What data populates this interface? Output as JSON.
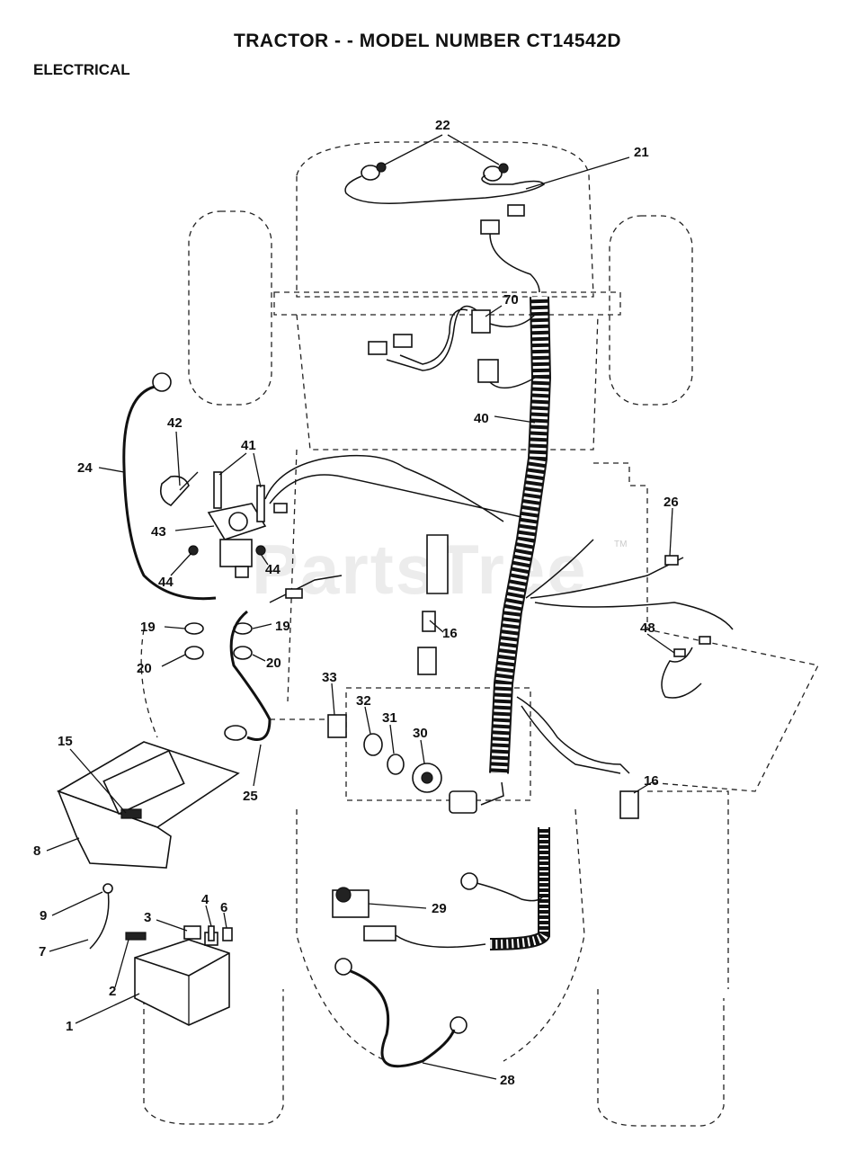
{
  "header": {
    "title": "TRACTOR - - MODEL NUMBER CT14542D",
    "section": "ELECTRICAL"
  },
  "watermark": {
    "text": "PartsTree",
    "tm": "TM"
  },
  "callouts": [
    {
      "id": "c22",
      "label": "22"
    },
    {
      "id": "c21",
      "label": "21"
    },
    {
      "id": "c70",
      "label": "70"
    },
    {
      "id": "c40",
      "label": "40"
    },
    {
      "id": "c42",
      "label": "42"
    },
    {
      "id": "c41",
      "label": "41"
    },
    {
      "id": "c24",
      "label": "24"
    },
    {
      "id": "c43",
      "label": "43"
    },
    {
      "id": "c44a",
      "label": "44"
    },
    {
      "id": "c44b",
      "label": "44"
    },
    {
      "id": "c19a",
      "label": "19"
    },
    {
      "id": "c19b",
      "label": "19"
    },
    {
      "id": "c20a",
      "label": "20"
    },
    {
      "id": "c20b",
      "label": "20"
    },
    {
      "id": "c26",
      "label": "26"
    },
    {
      "id": "c48",
      "label": "48"
    },
    {
      "id": "c16a",
      "label": "16"
    },
    {
      "id": "c16b",
      "label": "16"
    },
    {
      "id": "c33",
      "label": "33"
    },
    {
      "id": "c32",
      "label": "32"
    },
    {
      "id": "c31",
      "label": "31"
    },
    {
      "id": "c30",
      "label": "30"
    },
    {
      "id": "c15",
      "label": "15"
    },
    {
      "id": "c25",
      "label": "25"
    },
    {
      "id": "c8",
      "label": "8"
    },
    {
      "id": "c9",
      "label": "9"
    },
    {
      "id": "c7",
      "label": "7"
    },
    {
      "id": "c3",
      "label": "3"
    },
    {
      "id": "c4",
      "label": "4"
    },
    {
      "id": "c6",
      "label": "6"
    },
    {
      "id": "c2",
      "label": "2"
    },
    {
      "id": "c1",
      "label": "1"
    },
    {
      "id": "c29",
      "label": "29"
    },
    {
      "id": "c28",
      "label": "28"
    }
  ]
}
